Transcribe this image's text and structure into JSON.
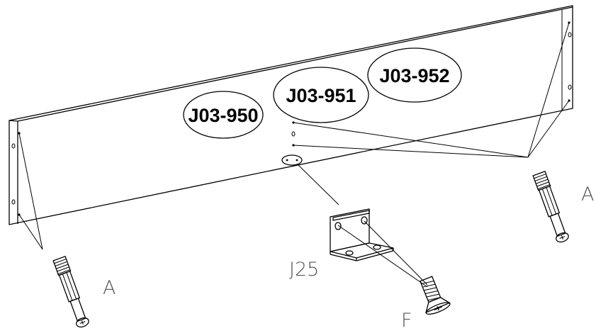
{
  "codes": [
    "J03-950",
    "J03-951",
    "J03-952"
  ],
  "parts": {
    "bracket": "J25",
    "screw": "F",
    "dowel_left": "A",
    "dowel_right": "A"
  },
  "colors": {
    "ink": "#000000",
    "label_grey": "#555555",
    "paper": "#ffffff"
  }
}
